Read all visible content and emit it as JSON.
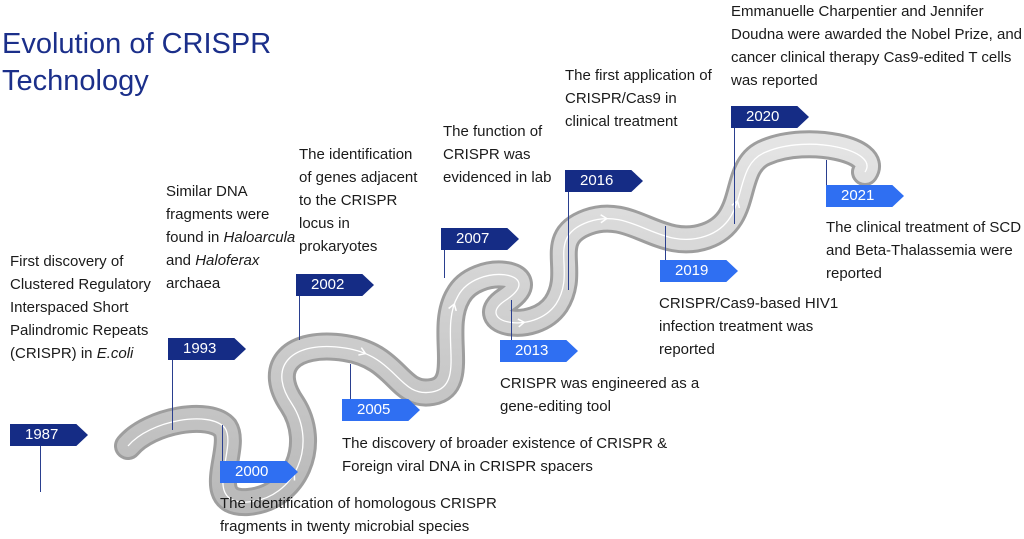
{
  "title": "Evolution of CRISPR Technology",
  "colors": {
    "title": "#1b2f8a",
    "flag_dark": "#152c85",
    "flag_light": "#2f6ff2",
    "road": "#c8c8c8"
  },
  "events": [
    {
      "id": "1987",
      "year": "1987",
      "style": "dark",
      "segments": [
        [
          "First discovery of Clustered Regulatory Interspaced Short Palindromic Repeats (CRISPR) in ",
          false
        ],
        [
          "E.coli",
          true
        ]
      ]
    },
    {
      "id": "1993",
      "year": "1993",
      "style": "dark",
      "segments": [
        [
          "Similar DNA fragments were found in ",
          false
        ],
        [
          "Haloarcula",
          true
        ],
        [
          " and ",
          false
        ],
        [
          "Haloferax",
          true
        ],
        [
          " archaea",
          false
        ]
      ]
    },
    {
      "id": "2000",
      "year": "2000",
      "style": "light",
      "segments": [
        [
          "The identification of homologous CRISPR fragments in twenty microbial species",
          false
        ]
      ]
    },
    {
      "id": "2002",
      "year": "2002",
      "style": "dark",
      "segments": [
        [
          "The identification of genes adjacent to the CRISPR locus in prokaryotes",
          false
        ]
      ]
    },
    {
      "id": "2005",
      "year": "2005",
      "style": "light",
      "segments": [
        [
          "The discovery of broader existence of CRISPR & Foreign viral DNA in CRISPR spacers",
          false
        ]
      ]
    },
    {
      "id": "2007",
      "year": "2007",
      "style": "dark",
      "segments": [
        [
          "The function of CRISPR was evidenced in lab",
          false
        ]
      ]
    },
    {
      "id": "2013",
      "year": "2013",
      "style": "light",
      "segments": [
        [
          "CRISPR was engineered as a gene-editing tool",
          false
        ]
      ]
    },
    {
      "id": "2016",
      "year": "2016",
      "style": "dark",
      "segments": [
        [
          "The first application of CRISPR/Cas9 in clinical treatment",
          false
        ]
      ]
    },
    {
      "id": "2019",
      "year": "2019",
      "style": "light",
      "segments": [
        [
          "CRISPR/Cas9-based HIV1 infection treatment was reported",
          false
        ]
      ]
    },
    {
      "id": "2020",
      "year": "2020",
      "style": "dark",
      "segments": [
        [
          "Emmanuelle Charpentier and Jennifer Doudna were awarded the Nobel Prize, and cancer clinical therapy Cas9-edited T cells was reported",
          false
        ]
      ]
    },
    {
      "id": "2021",
      "year": "2021",
      "style": "light",
      "segments": [
        [
          "The clinical treatment of SCD and Beta-Thalassemia were reported",
          false
        ]
      ]
    }
  ]
}
